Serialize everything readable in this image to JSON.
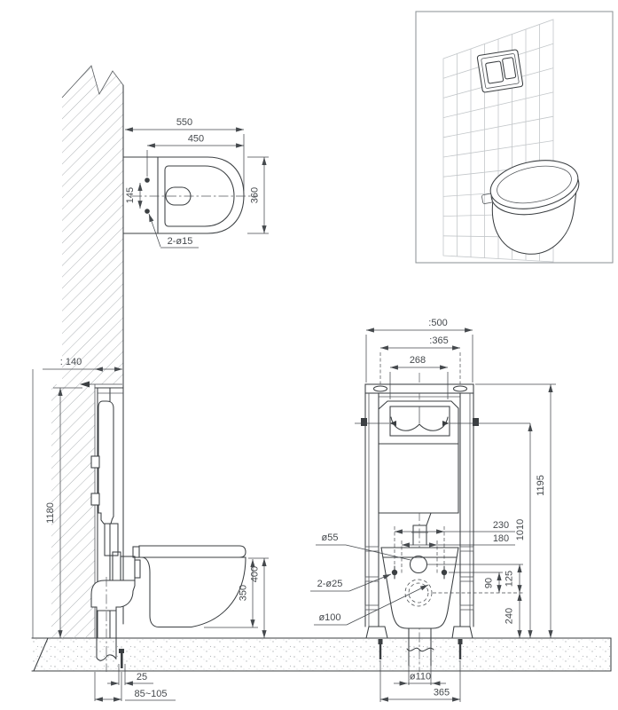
{
  "drawing": {
    "kind": "wall-hung toilet installation technical drawing"
  },
  "colors": {
    "line": "#3b3f42",
    "dimension": "#45494d",
    "hatch": "#a6abae",
    "tile": "#c3c7ca",
    "floor_dot": "#b4b8bb",
    "background": "#ffffff"
  },
  "top_view": {
    "dim_overall_depth": "550",
    "dim_bowl_depth": "450",
    "dim_width": "360",
    "dim_hole_spacing": "145",
    "label_fix_holes": "2-ø15"
  },
  "side_view": {
    "dim_frame_depth": ": 140",
    "dim_frame_height": "1180",
    "dim_rim_height": "400",
    "dim_bowl_height": "350",
    "dim_outlet_offset": "25",
    "dim_outlet_range": "85~105"
  },
  "front_view": {
    "dim_frame_width": ":500",
    "dim_anchor_spacing_top": ":365",
    "dim_plate_width": "268",
    "dim_frame_height": "1195",
    "dim_button_height": "1010",
    "dim_bolt_spacing_outer": "230",
    "dim_bolt_spacing_inner": "180",
    "dim_bolt_to_drain": "90",
    "dim_flush_to_drain": "125",
    "dim_drain_height": "240",
    "label_flush_pipe_dia": "ø55",
    "label_fix_bolts": "2-ø25",
    "label_drain_dia": "ø100",
    "dim_outlet_dia": "ø110",
    "dim_anchor_spacing_bottom": "365"
  }
}
